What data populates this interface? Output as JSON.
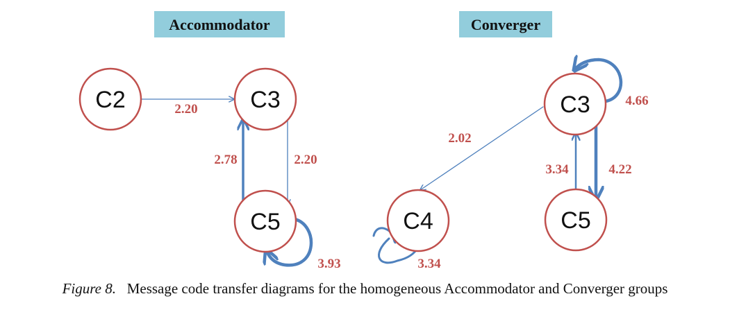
{
  "caption": {
    "figure_label": "Figure 8.",
    "text": "Message code transfer diagrams for the homogeneous Accommodator and Converger groups"
  },
  "colors": {
    "node_stroke": "#c0504d",
    "edge": "#4f81bd",
    "weight_text": "#c0504d",
    "title_fill": "#92cddc"
  },
  "diagrams": [
    {
      "title": "Accommodator",
      "nodes": [
        "C2",
        "C3",
        "C5"
      ],
      "edges": [
        {
          "from": "C2",
          "to": "C3",
          "weight": "2.20"
        },
        {
          "from": "C3",
          "to": "C5",
          "weight": "2.20"
        },
        {
          "from": "C5",
          "to": "C3",
          "weight": "2.78"
        },
        {
          "from": "C5",
          "to": "C5",
          "weight": "3.93"
        }
      ]
    },
    {
      "title": "Converger",
      "nodes": [
        "C3",
        "C4",
        "C5"
      ],
      "edges": [
        {
          "from": "C3",
          "to": "C3",
          "weight": "4.66"
        },
        {
          "from": "C3",
          "to": "C4",
          "weight": "2.02"
        },
        {
          "from": "C3",
          "to": "C5",
          "weight": "4.22"
        },
        {
          "from": "C5",
          "to": "C3",
          "weight": "3.34"
        },
        {
          "from": "C4",
          "to": "C4",
          "weight": "3.34"
        }
      ]
    }
  ]
}
